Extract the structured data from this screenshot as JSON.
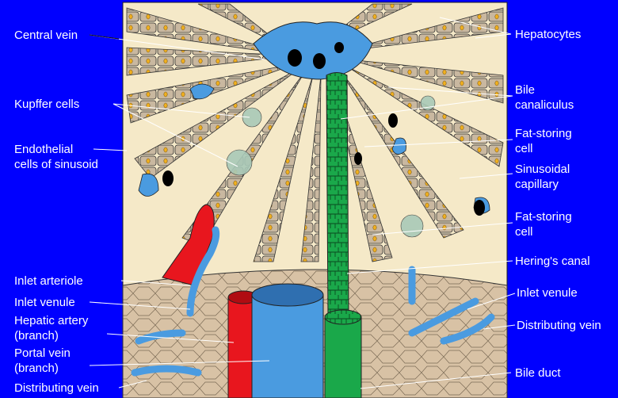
{
  "labels": {
    "central_vein": "Central vein",
    "kupffer_cells": "Kupffer cells",
    "endothelial_line1": "Endothelial",
    "endothelial_line2": "cells of sinusoid",
    "inlet_arteriole": "Inlet arteriole",
    "inlet_venule_left": "Inlet venule",
    "hepatic_artery_line1": "Hepatic artery",
    "hepatic_artery_line2": "(branch)",
    "portal_vein_line1": "Portal vein",
    "portal_vein_line2": "(branch)",
    "distributing_vein_left": "Distributing vein",
    "hepatocytes": "Hepatocytes",
    "bile_canaliculus_line1": "Bile",
    "bile_canaliculus_line2": "canaliculus",
    "fat_storing_1_line1": "Fat-storing",
    "fat_storing_1_line2": "cell",
    "sinusoidal_line1": "Sinusoidal",
    "sinusoidal_line2": "capillary",
    "fat_storing_2_line1": "Fat-storing",
    "fat_storing_2_line2": "cell",
    "herings_canal": "Hering's canal",
    "inlet_venule_right": "Inlet venule",
    "distributing_vein_right": "Distributing vein",
    "bile_duct": "Bile duct"
  },
  "colors": {
    "background": "#0000FF",
    "tissue": "#F5E9C8",
    "hepatocyte": "#C9B8A0",
    "vein": "#4A9BE0",
    "artery": "#E8161E",
    "bile": "#1AA84A",
    "stroma": "#D8C2A5"
  }
}
